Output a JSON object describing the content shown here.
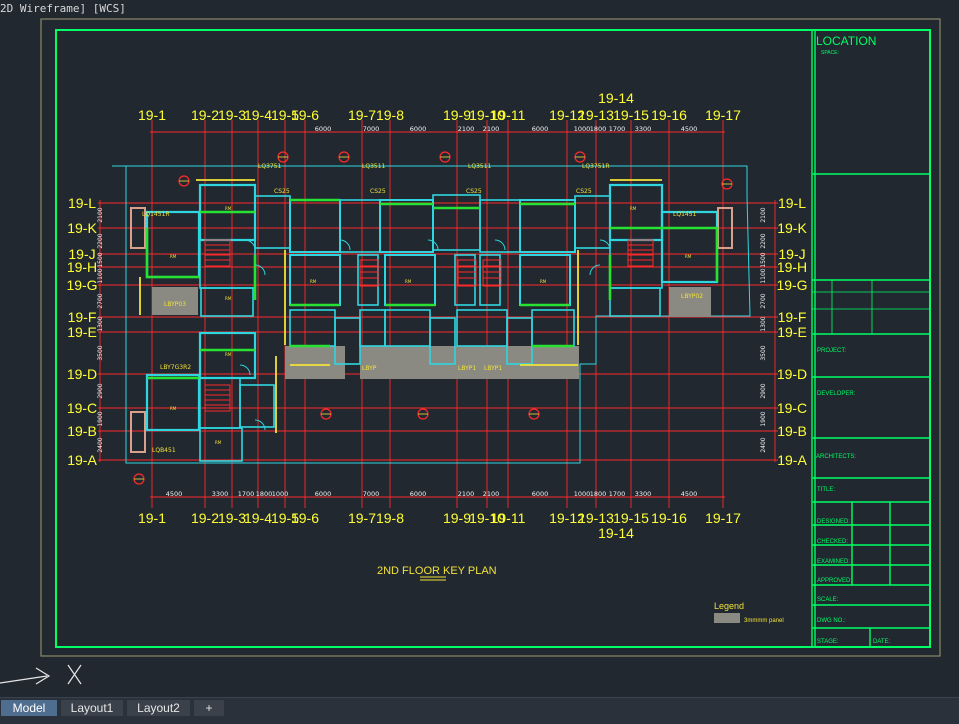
{
  "viewport": {
    "label": "2D Wireframe] [WCS]",
    "ucs_axis_label": "X"
  },
  "titleblock": {
    "location": "LOCATION",
    "space": "SPACE:",
    "project": "PROJECT:",
    "developer": "DEVELOPER:",
    "architects": "ARCHITECTS:",
    "title": "TITLE:",
    "designed": "DESIGNED:",
    "checked": "CHECKED:",
    "examined": "EXAMINED:",
    "approved": "APPROVED:",
    "scale": "SCALE:",
    "dwg_no": "DWG NO.:",
    "stage": "STAGE:",
    "date": "DATE:"
  },
  "plan": {
    "title": "2ND FLOOR KEY PLAN",
    "grid_top": [
      "19-1",
      "19-2",
      "19-3",
      "19-4",
      "19-5",
      "19-6",
      "19-7",
      "19-8",
      "19-9",
      "19-10",
      "19-11",
      "19-12",
      "19-13",
      "19-15",
      "19-16",
      "19-17"
    ],
    "grid_top_extra": "19-14",
    "grid_left": [
      "19-L",
      "19-K",
      "19-J",
      "19-H",
      "19-G",
      "19-F",
      "19-E",
      "19-D",
      "19-C",
      "19-B",
      "19-A"
    ],
    "dims_top": [
      "6000",
      "7000",
      "6000",
      "2100",
      "2100",
      "6000",
      "1000",
      "1800",
      "1700",
      "3300",
      "4500"
    ],
    "dims_bottom": [
      "4500",
      "3300",
      "1700",
      "1800",
      "1000",
      "6000",
      "7000",
      "6000",
      "2100",
      "2100",
      "6000",
      "1000",
      "1800",
      "1700",
      "3300",
      "4500"
    ],
    "dims_side": [
      "2100",
      "2200",
      "1500",
      "1100",
      "2700",
      "1300",
      "3500",
      "2900",
      "1900",
      "2400"
    ],
    "room_tags": [
      "LQ3751",
      "LQ3511",
      "LQ3511",
      "LQ3751R",
      "CS25",
      "CS25",
      "CS25",
      "CS25",
      "LQ1451R",
      "LQ1451",
      "LBYP03",
      "LBYP02",
      "LBY7G3R2",
      "LQB451",
      "LBYP",
      "LBYP1",
      "LBYP1"
    ]
  },
  "legend": {
    "heading": "Legend",
    "item": "3mmmm panel"
  },
  "tabs": [
    "Model",
    "Layout1",
    "Layout2",
    "+"
  ],
  "colors": {
    "background": "#212830",
    "frame": "#00ff66",
    "grid_line": "#ff2a2a",
    "grid_text": "#ffff33",
    "wall_cyan": "#2fd6e0",
    "wall_green": "#27e233",
    "wall_yellow": "#f2e23a",
    "paper_border": "#8c8a6a",
    "active_tab": "#4f6d8e"
  }
}
